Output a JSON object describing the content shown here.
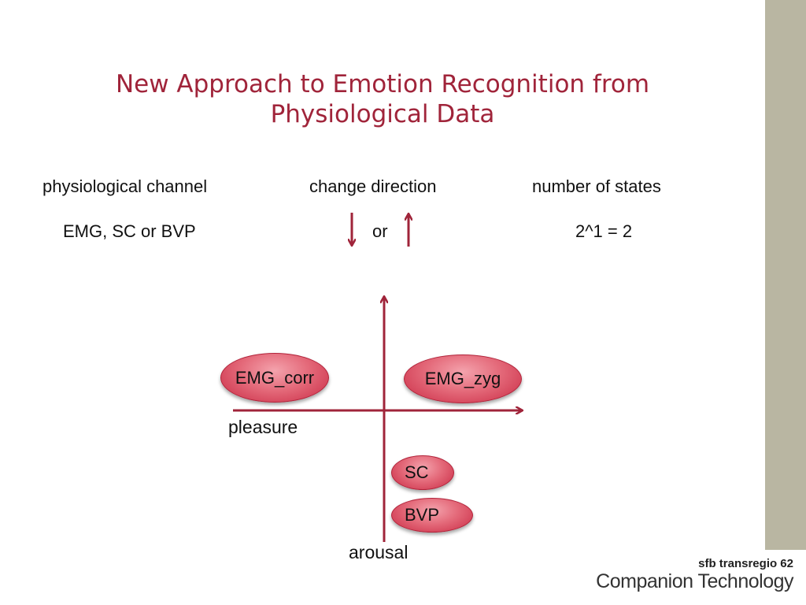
{
  "title": "New Approach to Emotion Recognition from Physiological Data",
  "table": {
    "headers": [
      "physiological channel",
      "change direction",
      "number of states"
    ],
    "channel_value": "EMG, SC or BVP",
    "direction_or": "or",
    "states_value": "2^1 = 2"
  },
  "axes": {
    "x_label": "pleasure",
    "y_label": "arousal"
  },
  "nodes": [
    "EMG_corr",
    "EMG_zyg",
    "SC",
    "BVP"
  ],
  "footer": {
    "line1": "sfb transregio 62",
    "line2": "Companion Technology"
  },
  "colors": {
    "accent": "#a0243a",
    "sidebar": "#b9b6a2"
  }
}
